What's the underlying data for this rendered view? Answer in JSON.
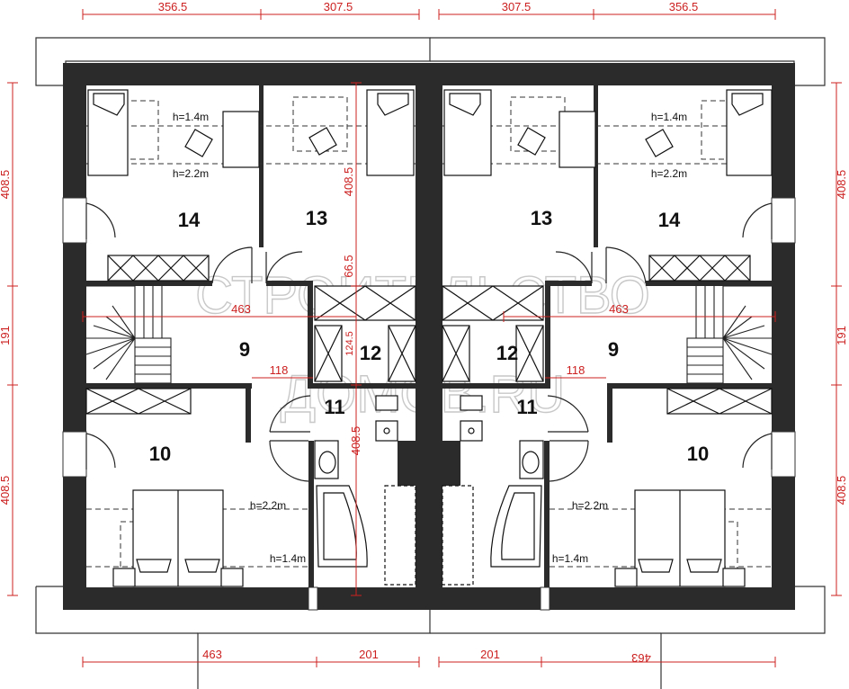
{
  "dimensions": {
    "top_left_a": "356.5",
    "top_left_b": "307.5",
    "top_right_a": "307.5",
    "top_right_b": "356.5",
    "side_upper": "408.5",
    "side_middle": "191",
    "side_lower": "408.5",
    "bottom_left_a": "463",
    "bottom_left_b": "201",
    "bottom_right_a": "201",
    "bottom_right_b": "463",
    "stair_width": "463",
    "room13_depth": "408.5",
    "room13_strip": "66.5",
    "room12_width": "124.5",
    "corridor_small": "118",
    "bath_depth": "408.5"
  },
  "heights": {
    "h_low": "h=1.4m",
    "h_high": "h=2.2m"
  },
  "rooms": {
    "r9": "9",
    "r10": "10",
    "r11": "11",
    "r12": "12",
    "r13": "13",
    "r14": "14"
  },
  "watermark": {
    "line1": "СТРОИТЕЛЬСТВО",
    "line2": "ДОМОВ.RU"
  },
  "colors": {
    "wall": "#2b2b2b",
    "dimension": "#cc2020",
    "furniture": "#111111"
  }
}
